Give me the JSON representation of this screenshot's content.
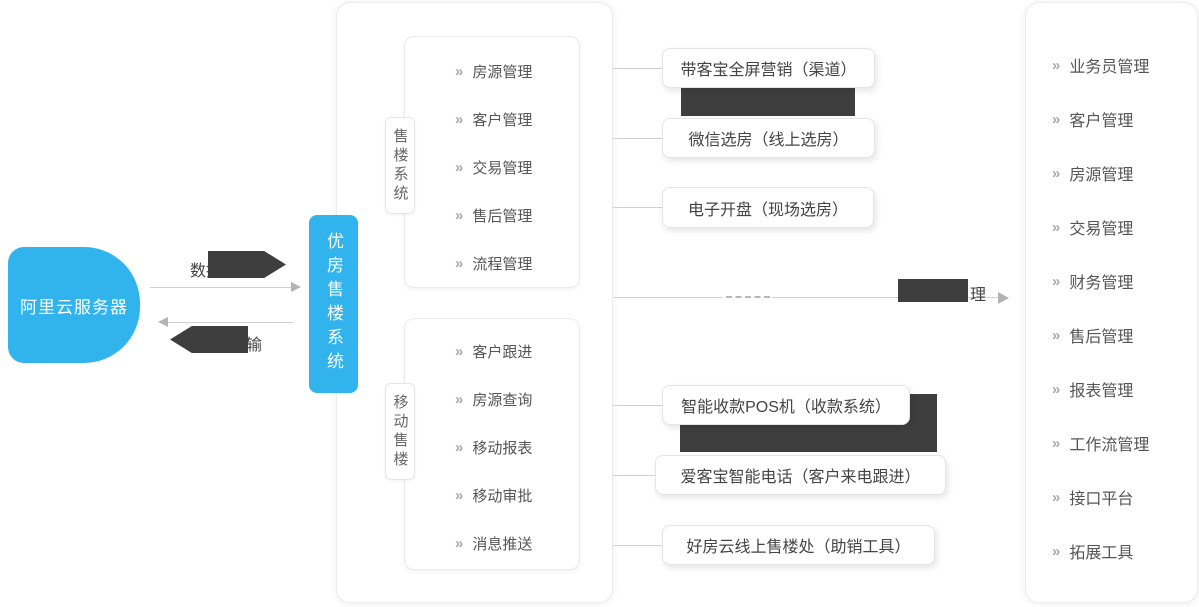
{
  "colors": {
    "accent": "#31b4ee",
    "dark": "#3e3e3e"
  },
  "icons": {
    "chevron": "»"
  },
  "left": {
    "server_label": "阿里云服务器",
    "arrow_top_label": "数据备份",
    "arrow_bottom_label": "数据传输"
  },
  "core": {
    "title": "优房售楼系统",
    "groups": [
      {
        "label": "售楼系统",
        "items": [
          "房源管理",
          "客户管理",
          "交易管理",
          "售后管理",
          "流程管理"
        ]
      },
      {
        "label": "移动售楼",
        "items": [
          "客户跟进",
          "房源查询",
          "移动报表",
          "移动审批",
          "消息推送"
        ]
      }
    ]
  },
  "middle": {
    "top_boxes": [
      "带客宝全屏营销（渠道）",
      "微信选房（线上选房）",
      "电子开盘（现场选房）"
    ],
    "flow_label": "理",
    "bottom_boxes": [
      "智能收款POS机（收款系统）",
      "爱客宝智能电话（客户来电跟进）",
      "好房云线上售楼处（助销工具）"
    ]
  },
  "right": {
    "items": [
      "业务员管理",
      "客户管理",
      "房源管理",
      "交易管理",
      "财务管理",
      "售后管理",
      "报表管理",
      "工作流管理",
      "接口平台",
      "拓展工具"
    ]
  }
}
